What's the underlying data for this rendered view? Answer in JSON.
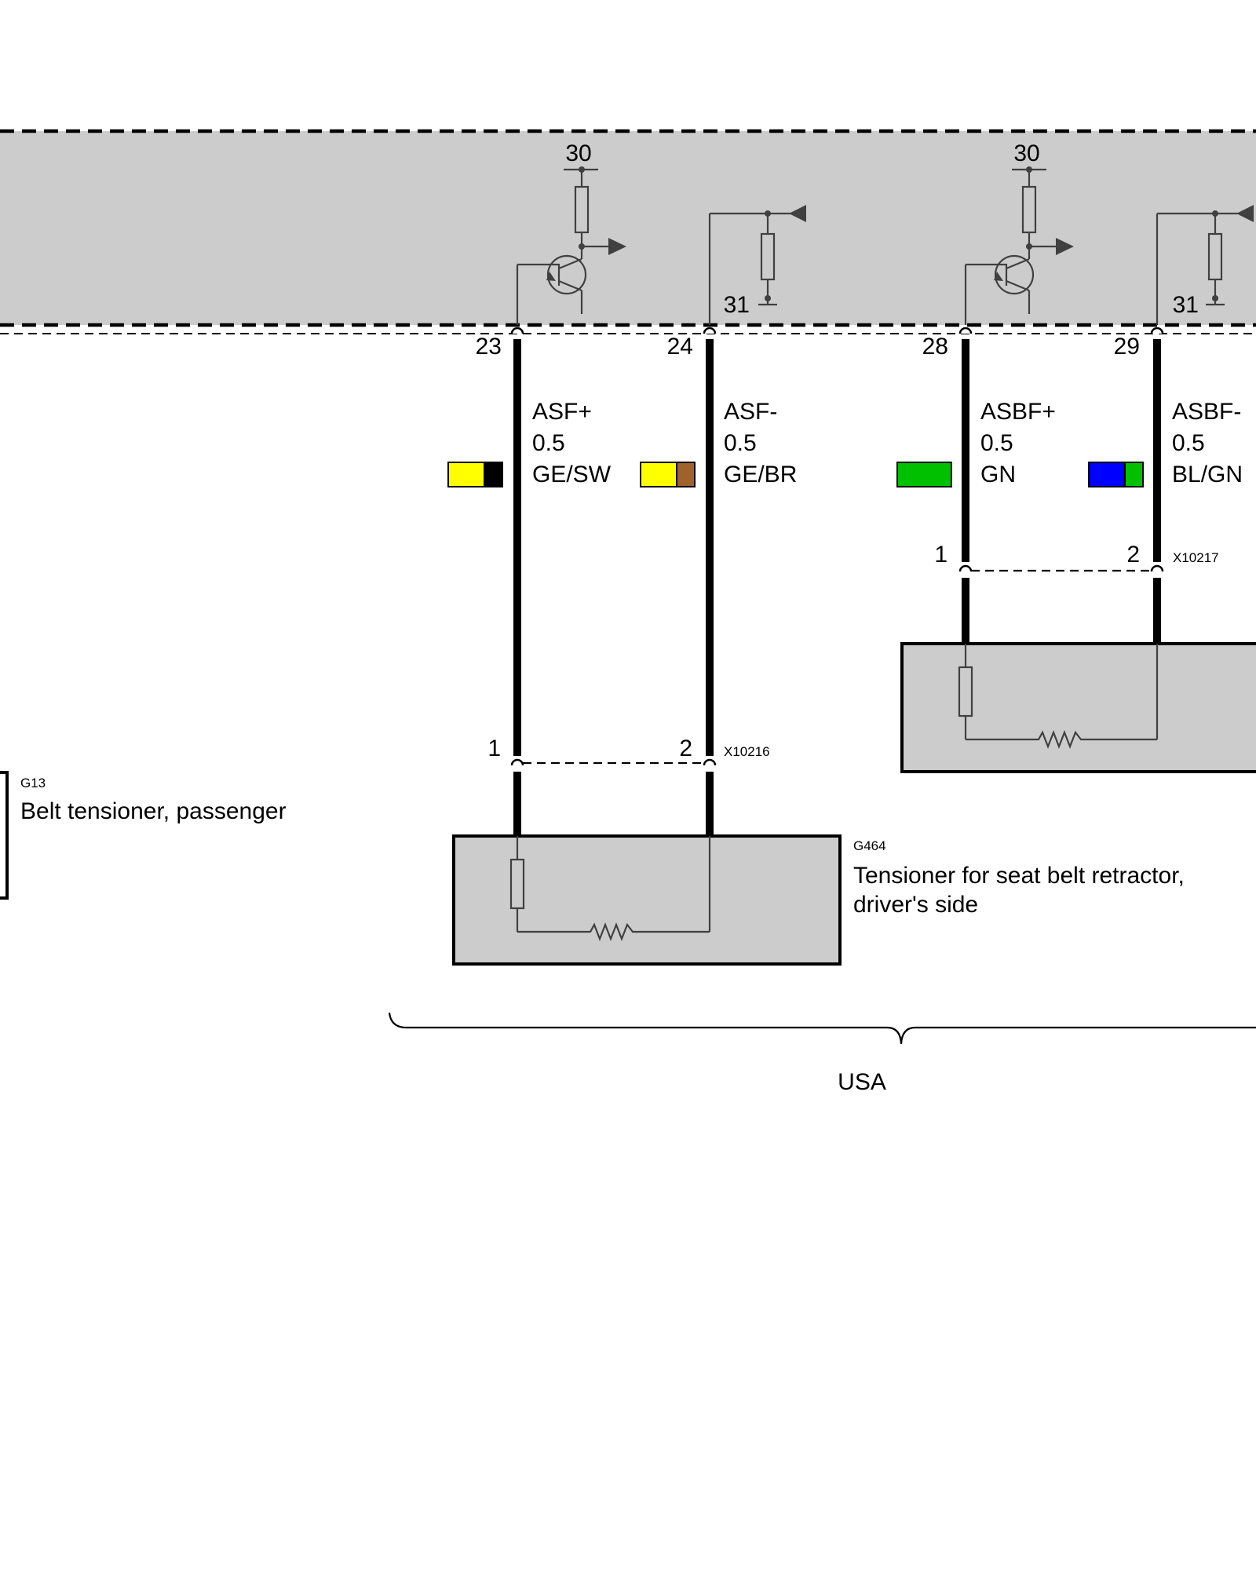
{
  "control_unit": {
    "pins": [
      {
        "number": "23",
        "terminal": "30"
      },
      {
        "number": "24",
        "terminal": "31"
      },
      {
        "number": "28",
        "terminal": "30"
      },
      {
        "number": "29",
        "terminal": "31"
      }
    ]
  },
  "wires": [
    {
      "signal": "ASF+",
      "cross_section": "0.5",
      "color_code": "GE/SW",
      "colors": [
        "#ffff00",
        "#000000"
      ]
    },
    {
      "signal": "ASF-",
      "cross_section": "0.5",
      "color_code": "GE/BR",
      "colors": [
        "#ffff00",
        "#a0622d"
      ]
    },
    {
      "signal": "ASBF+",
      "cross_section": "0.5",
      "color_code": "GN",
      "colors": [
        "#00c000"
      ]
    },
    {
      "signal": "ASBF-",
      "cross_section": "0.5",
      "color_code": "BL/GN",
      "colors": [
        "#0000ff",
        "#00c000"
      ]
    }
  ],
  "connectors": [
    {
      "id": "X10216",
      "pin_a": "1",
      "pin_b": "2"
    },
    {
      "id": "X10217",
      "pin_a": "1",
      "pin_b": "2"
    }
  ],
  "components": [
    {
      "id": "G13",
      "label": "Belt tensioner, passenger"
    },
    {
      "id": "G464",
      "label_line1": "Tensioner for seat belt retractor,",
      "label_line2": "driver's side"
    }
  ],
  "region_label": "USA",
  "colors": {
    "module_fill": "#cccccc",
    "wire": "#000000"
  }
}
